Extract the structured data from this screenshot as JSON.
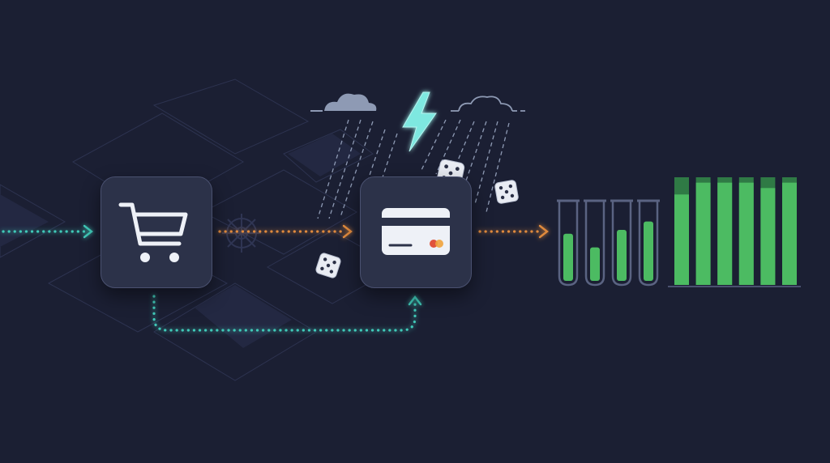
{
  "diagram": {
    "nodes": [
      {
        "id": "cart",
        "icon": "shopping-cart-icon"
      },
      {
        "id": "payment",
        "icon": "credit-card-icon"
      }
    ],
    "edges": [
      {
        "from": "input",
        "to": "cart",
        "style": "dotted",
        "color": "#3fc9b8"
      },
      {
        "from": "cart",
        "to": "payment",
        "style": "dotted",
        "color": "#e08a3c"
      },
      {
        "from": "payment",
        "to": "results",
        "style": "dotted",
        "color": "#e08a3c"
      },
      {
        "from": "cart",
        "to": "payment",
        "style": "dotted-loop",
        "color": "#3fc9b8"
      }
    ],
    "test_tube_fill": [
      0.62,
      0.44,
      0.67,
      0.78
    ],
    "bar_fill": [
      0.84,
      0.95,
      0.95,
      0.95,
      0.9,
      0.95
    ],
    "colors": {
      "background": "#1b1f33",
      "card": "#2c3249",
      "teal": "#3fc9b8",
      "orange": "#e08a3c",
      "green": "#4cbb62",
      "dark_green": "#2f7a45",
      "lightning": "#7ee8e0"
    }
  }
}
